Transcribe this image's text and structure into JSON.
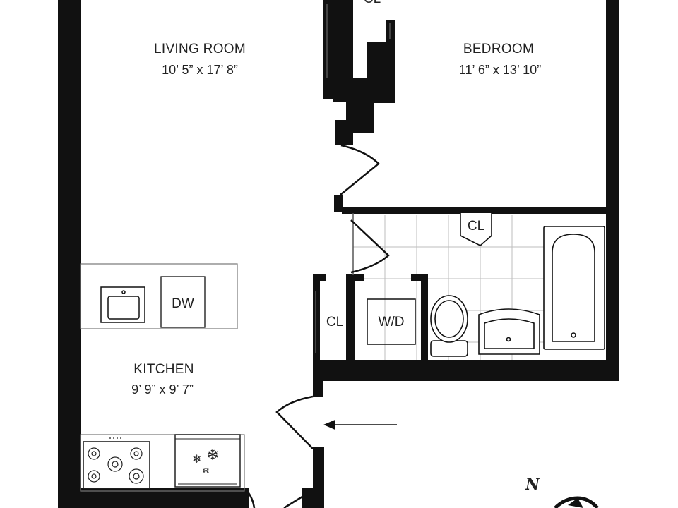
{
  "rooms": {
    "living_room": {
      "name": "LIVING ROOM",
      "dims": "10’ 5” x 17’ 8”"
    },
    "bedroom": {
      "name": "BEDROOM",
      "dims": "11’ 6” x 13’ 10”"
    },
    "kitchen": {
      "name": "KITCHEN",
      "dims": "9’ 9” x 9’ 7”"
    }
  },
  "fixtures": {
    "closet_top": "CL",
    "closet_bath": "CL",
    "closet_hall": "CL",
    "dishwasher": "DW",
    "washer_dryer": "W/D"
  },
  "compass": {
    "north": "N"
  },
  "colors": {
    "wall": "#111111",
    "line": "#555555",
    "tile": "#bdbdbd",
    "text": "#222222"
  }
}
